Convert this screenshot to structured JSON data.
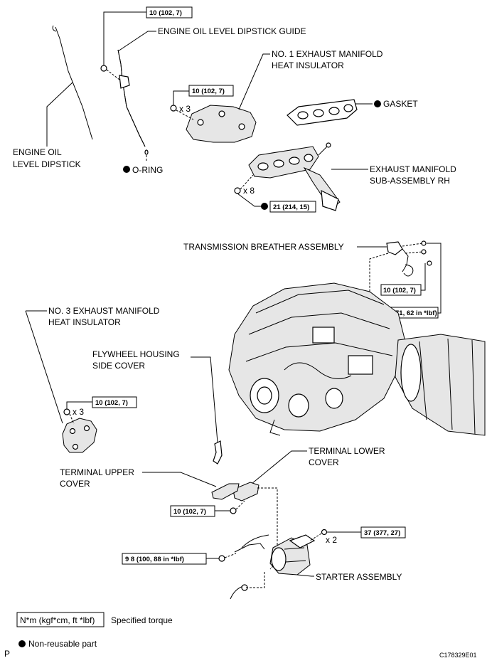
{
  "labels": {
    "dipstick": [
      "ENGINE OIL",
      "LEVEL DIPSTICK"
    ],
    "dipstick_guide": "ENGINE OIL LEVEL DIPSTICK GUIDE",
    "oring": "O-RING",
    "no1_insulator": [
      "NO. 1 EXHAUST MANIFOLD",
      "HEAT INSULATOR"
    ],
    "gasket": "GASKET",
    "exhaust_manifold": [
      "EXHAUST MANIFOLD",
      "SUB-ASSEMBLY RH"
    ],
    "trans_breather": "TRANSMISSION BREATHER ASSEMBLY",
    "no3_insulator": [
      "NO. 3 EXHAUST MANIFOLD",
      "HEAT INSULATOR"
    ],
    "flywheel_cover": [
      "FLYWHEEL HOUSING",
      "SIDE COVER"
    ],
    "terminal_lower": [
      "TERMINAL LOWER",
      "COVER"
    ],
    "terminal_upper": [
      "TERMINAL UPPER",
      "COVER"
    ],
    "starter": "STARTER ASSEMBLY"
  },
  "torques": {
    "dipstick_guide_bolt": "10 (102, 7)",
    "no1_insulator_bolt": "10 (102, 7)",
    "manifold_nut": "21 (214, 15)",
    "breather_bolt_a": "10 (102, 7)",
    "breather_bolt_b": "7 0 (71, 62 in *lbf)",
    "no3_insulator_bolt": "10 (102, 7)",
    "terminal_nut": "10 (102, 7)",
    "starter_bolt": "37 (377, 27)",
    "starter_nut": "9 8 (100, 88 in *lbf)"
  },
  "counts": {
    "no1_bolts": "x 3",
    "manifold_nuts": "x 8",
    "no3_bolts": "x 3",
    "starter_bolts": "x 2"
  },
  "legend": {
    "torque_box": "N*m (kgf*cm, ft *lbf)",
    "torque_text": "Specified torque",
    "nonreusable": "Non-reusable part"
  },
  "footer": {
    "left_mark": "P",
    "figure_code": "C178329E01"
  }
}
